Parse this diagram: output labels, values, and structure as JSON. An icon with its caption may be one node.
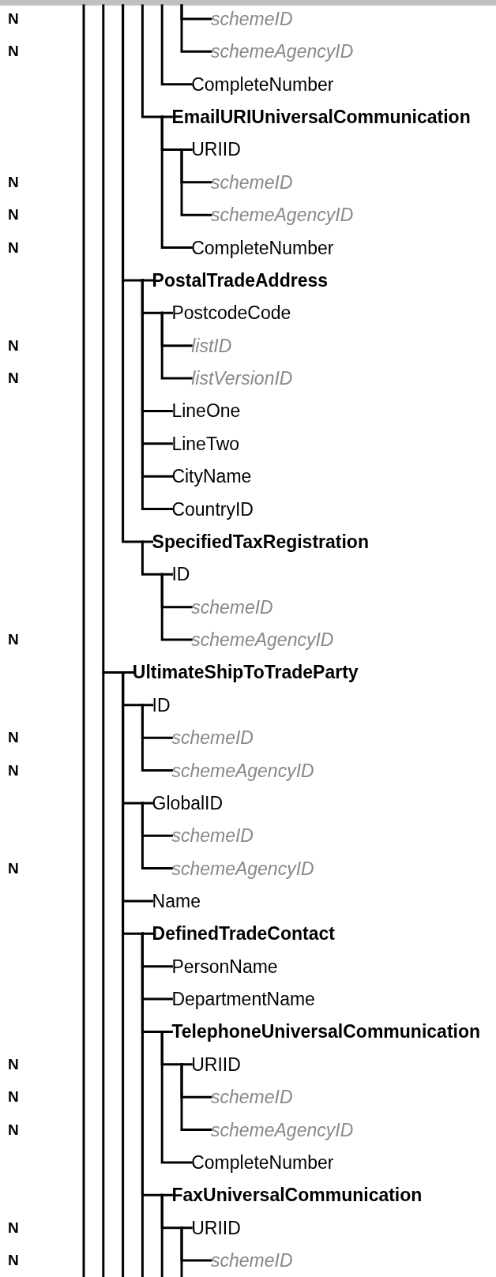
{
  "diagram": {
    "nodes": [
      {
        "text": [
          "schemeID"
        ]
      },
      {
        "text": [
          "schemeAgencyID"
        ]
      },
      {
        "text": [
          "CompleteNumber"
        ]
      },
      {
        "text": [
          "EmailURIUniversalCommunication"
        ]
      },
      {
        "text": [
          "URIID"
        ]
      },
      {
        "text": [
          "schemeID"
        ]
      },
      {
        "text": [
          "schemeAgencyID"
        ]
      },
      {
        "text": [
          "CompleteNumber"
        ]
      },
      {
        "text": [
          "PostalTradeAddress"
        ]
      },
      {
        "text": [
          "PostcodeCode"
        ]
      },
      {
        "text": [
          "listID"
        ]
      },
      {
        "text": [
          "listVersionID"
        ]
      },
      {
        "text": [
          "LineOne"
        ]
      },
      {
        "text": [
          "LineTwo"
        ]
      },
      {
        "text": [
          "CityName"
        ]
      },
      {
        "text": [
          "CountryID"
        ]
      },
      {
        "text": [
          "SpecifiedTaxRegistration"
        ]
      },
      {
        "text": [
          "ID"
        ]
      },
      {
        "text": [
          "schemeID"
        ]
      },
      {
        "text": [
          "schemeAgencyID"
        ]
      },
      {
        "text": [
          "UltimateShipToTradeParty"
        ]
      },
      {
        "text": [
          "ID"
        ]
      },
      {
        "text": [
          "schemeID"
        ]
      },
      {
        "text": [
          "schemeAgencyID"
        ]
      },
      {
        "text": [
          "GlobalID"
        ]
      },
      {
        "text": [
          "schemeID"
        ]
      },
      {
        "text": [
          "schemeAgencyID"
        ]
      },
      {
        "text": [
          "Name"
        ]
      },
      {
        "text": [
          "DefinedTradeContact"
        ]
      },
      {
        "text": [
          "PersonName"
        ]
      },
      {
        "text": [
          "DepartmentName"
        ]
      },
      {
        "text": [
          "TelephoneUniversalCommunication"
        ]
      },
      {
        "text": [
          "URIID"
        ]
      },
      {
        "text": [
          "schemeID"
        ]
      },
      {
        "text": [
          "schemeAgencyID"
        ]
      },
      {
        "text": [
          "CompleteNumber"
        ]
      },
      {
        "text": [
          "FaxUniversalCommunication"
        ]
      },
      {
        "text": [
          "URIID"
        ]
      },
      {
        "text": [
          "schemeID"
        ]
      }
    ],
    "edges": [
      {
        "from": null,
        "to": 0,
        "arrow": "none"
      },
      {
        "from": null,
        "to": 1,
        "arrow": "none"
      },
      {
        "from": null,
        "to": 2,
        "arrow": "none"
      },
      {
        "from": null,
        "to": 3,
        "arrow": "none"
      },
      {
        "from": 3,
        "to": 4,
        "arrow": "none"
      },
      {
        "from": 4,
        "to": 5,
        "arrow": "none"
      },
      {
        "from": 4,
        "to": 6,
        "arrow": "none"
      },
      {
        "from": 3,
        "to": 7,
        "arrow": "none"
      },
      {
        "from": null,
        "to": 8,
        "arrow": "none"
      },
      {
        "from": 8,
        "to": 9,
        "arrow": "none"
      },
      {
        "from": 9,
        "to": 10,
        "arrow": "none"
      },
      {
        "from": 9,
        "to": 11,
        "arrow": "none"
      },
      {
        "from": 8,
        "to": 12,
        "arrow": "none"
      },
      {
        "from": 8,
        "to": 13,
        "arrow": "none"
      },
      {
        "from": 8,
        "to": 14,
        "arrow": "none"
      },
      {
        "from": 8,
        "to": 15,
        "arrow": "none"
      },
      {
        "from": null,
        "to": 16,
        "arrow": "none"
      },
      {
        "from": 16,
        "to": 17,
        "arrow": "none"
      },
      {
        "from": 17,
        "to": 18,
        "arrow": "none"
      },
      {
        "from": 17,
        "to": 19,
        "arrow": "none"
      },
      {
        "from": null,
        "to": 20,
        "arrow": "none"
      },
      {
        "from": 20,
        "to": 21,
        "arrow": "none"
      },
      {
        "from": 21,
        "to": 22,
        "arrow": "none"
      },
      {
        "from": 21,
        "to": 23,
        "arrow": "none"
      },
      {
        "from": 20,
        "to": 24,
        "arrow": "none"
      },
      {
        "from": 24,
        "to": 25,
        "arrow": "none"
      },
      {
        "from": 24,
        "to": 26,
        "arrow": "none"
      },
      {
        "from": 20,
        "to": 27,
        "arrow": "none"
      },
      {
        "from": 20,
        "to": 28,
        "arrow": "none"
      },
      {
        "from": 28,
        "to": 29,
        "arrow": "none"
      },
      {
        "from": 28,
        "to": 30,
        "arrow": "none"
      },
      {
        "from": 28,
        "to": 31,
        "arrow": "none"
      },
      {
        "from": 31,
        "to": 32,
        "arrow": "none"
      },
      {
        "from": 32,
        "to": 33,
        "arrow": "none"
      },
      {
        "from": 32,
        "to": 34,
        "arrow": "none"
      },
      {
        "from": 31,
        "to": 35,
        "arrow": "none"
      },
      {
        "from": 28,
        "to": 36,
        "arrow": "none"
      },
      {
        "from": 36,
        "to": 37,
        "arrow": "none"
      },
      {
        "from": 37,
        "to": 38,
        "arrow": "none"
      },
      {
        "from": 20,
        "to": null,
        "arrow": "none"
      },
      {
        "from": 28,
        "to": null,
        "arrow": "none"
      },
      {
        "from": 36,
        "to": null,
        "arrow": "none"
      },
      {
        "from": 37,
        "to": null,
        "arrow": "none"
      }
    ],
    "labels": [
      "N",
      "N",
      "N",
      "N",
      "N",
      "N",
      "N",
      "N",
      "N",
      "N",
      "N",
      "N",
      "N",
      "N",
      "N",
      "N"
    ]
  }
}
